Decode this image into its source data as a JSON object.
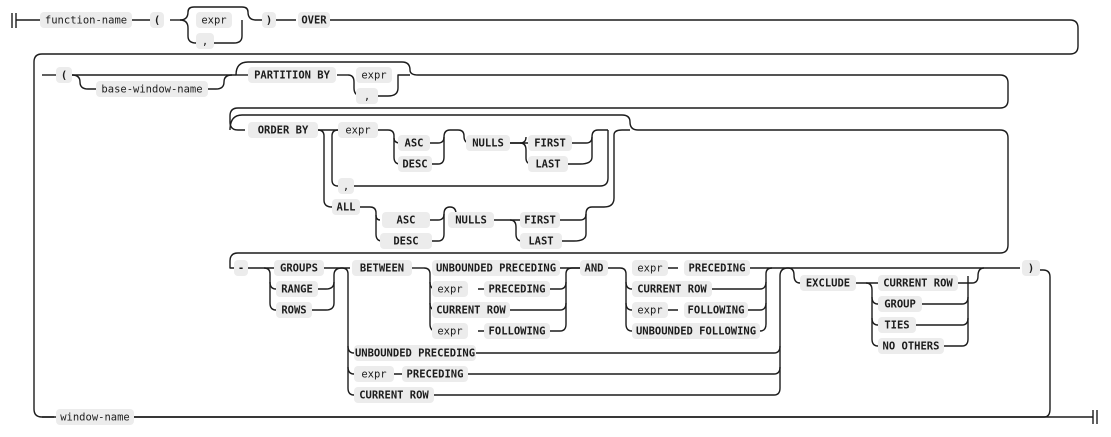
{
  "diagram": {
    "tokens": {
      "function_name": "function-name",
      "open_paren": "(",
      "expr": "expr",
      "comma": ",",
      "close_paren": ")",
      "over": "OVER",
      "base_window_name": "base-window-name",
      "partition_by": "PARTITION BY",
      "order_by": "ORDER BY",
      "asc": "ASC",
      "desc": "DESC",
      "nulls": "NULLS",
      "first": "FIRST",
      "last": "LAST",
      "all": "ALL",
      "dash": "-",
      "groups": "GROUPS",
      "range": "RANGE",
      "rows": "ROWS",
      "between": "BETWEEN",
      "unbounded_preceding": "UNBOUNDED PRECEDING",
      "preceding": "PRECEDING",
      "current_row": "CURRENT ROW",
      "following": "FOLLOWING",
      "unbounded_following": "UNBOUNDED FOLLOWING",
      "and": "AND",
      "exclude": "EXCLUDE",
      "group": "GROUP",
      "ties": "TIES",
      "no_others": "NO OTHERS",
      "window_name": "window-name"
    }
  }
}
